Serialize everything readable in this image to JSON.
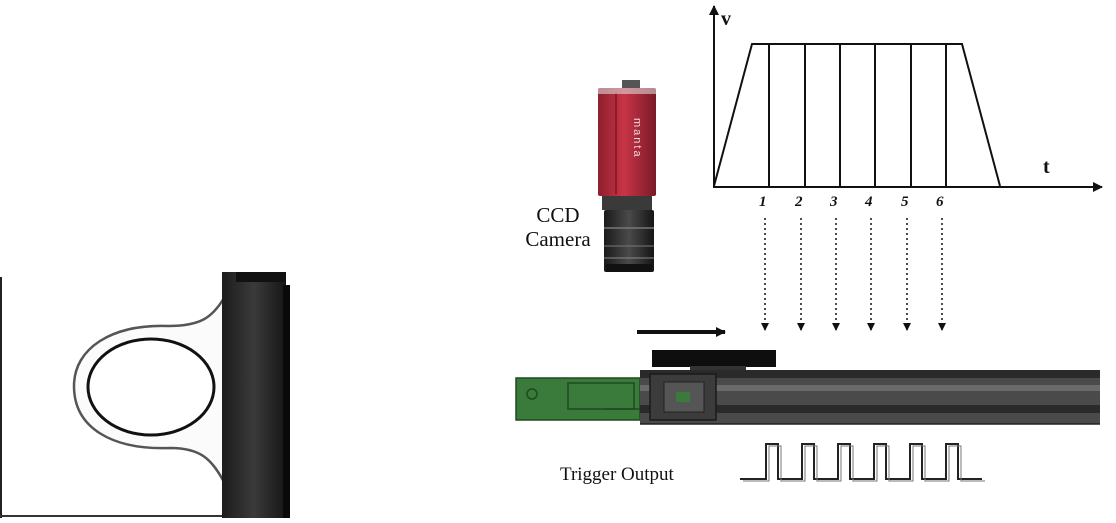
{
  "camera": {
    "line1": "CCD",
    "line2": "Camera",
    "brand_text": "manta"
  },
  "velocity_plot": {
    "y_label": "v",
    "x_label": "t",
    "trigger_ticks": [
      "1",
      "2",
      "3",
      "4",
      "5",
      "6"
    ]
  },
  "trigger": {
    "label": "Trigger Output",
    "pulse_count": 6
  },
  "colors": {
    "camera_body": "#b3293a",
    "lens": "#2a2a2a",
    "green_carriage": "#3a7a3a",
    "rail": "#4a4a4a",
    "specimen_block": "#262626"
  }
}
